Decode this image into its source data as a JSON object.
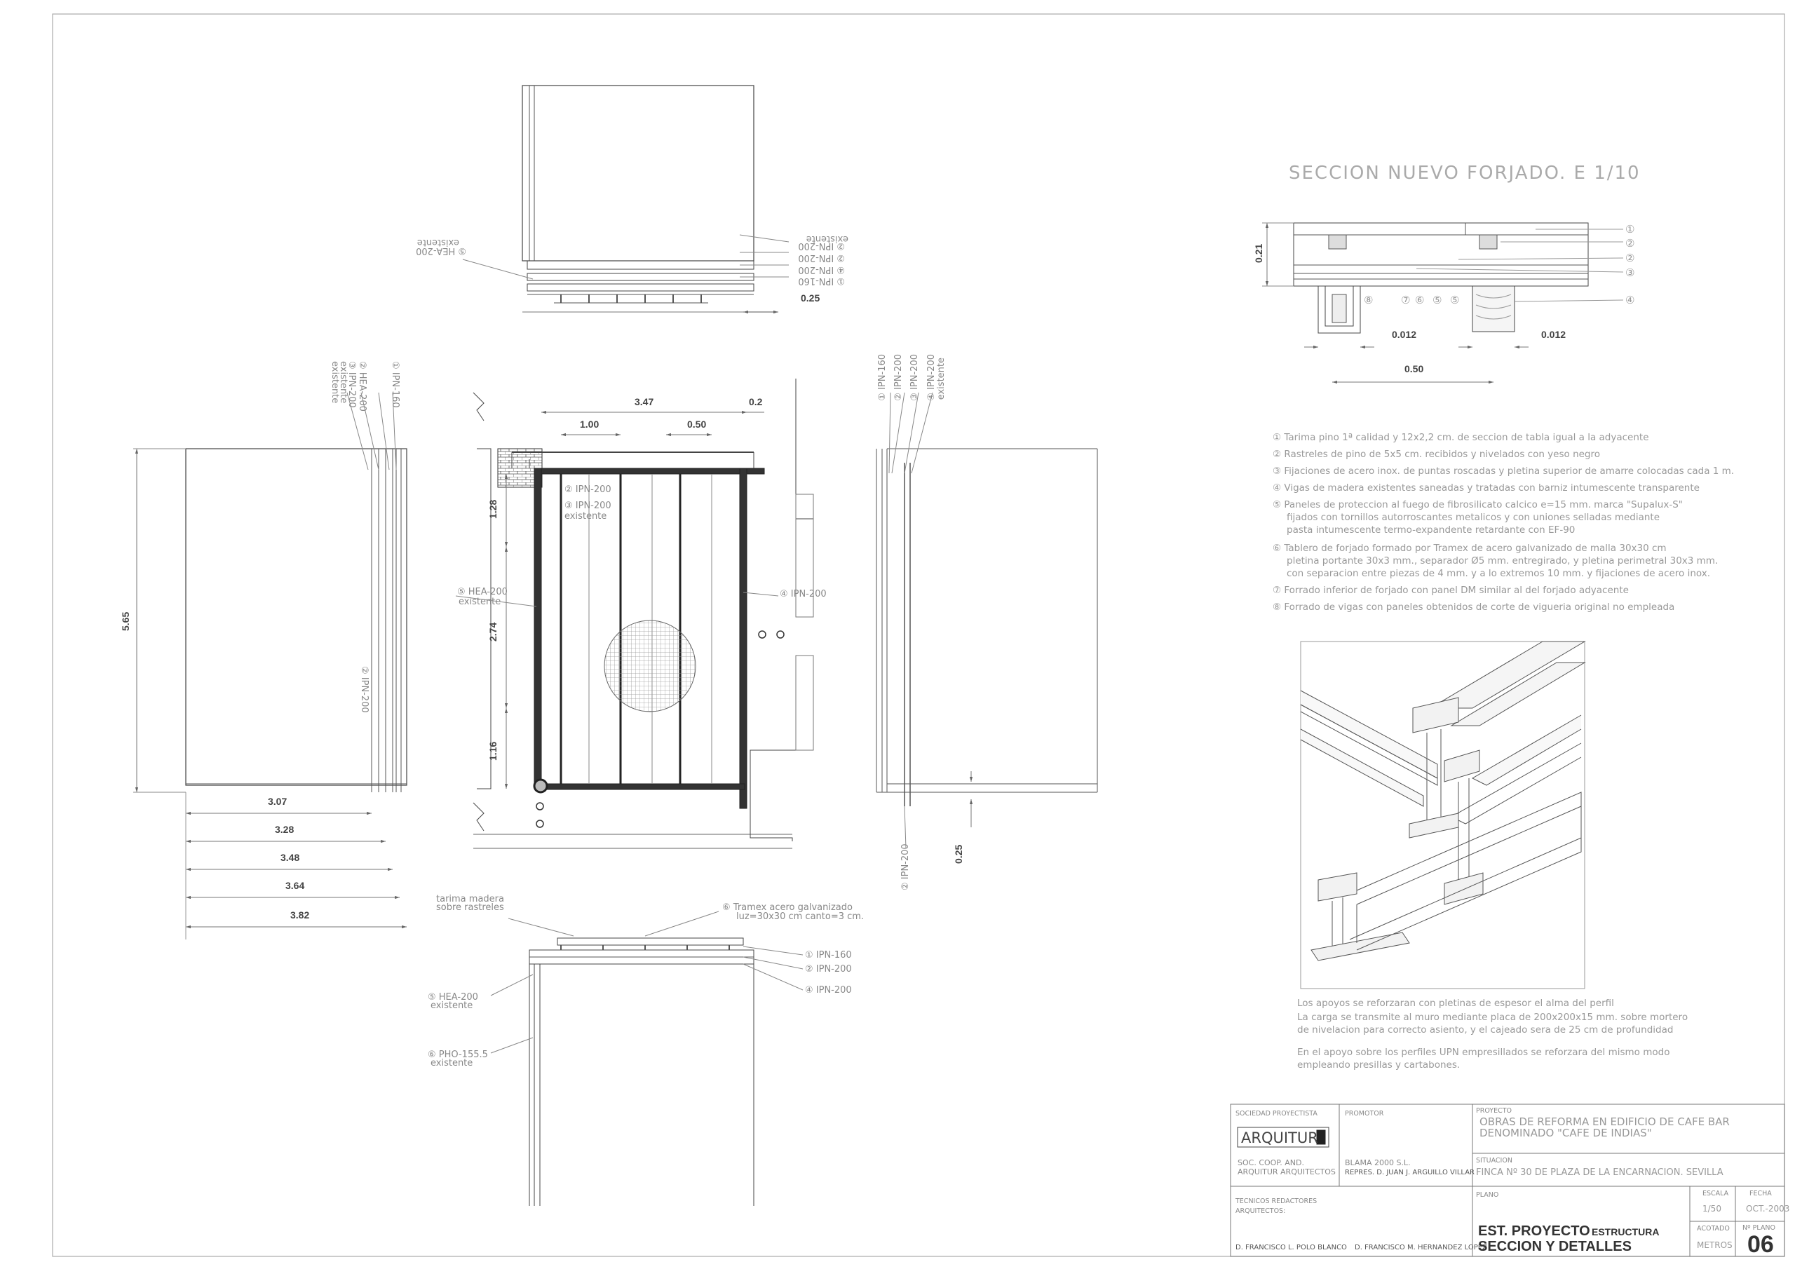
{
  "section": {
    "title": "SECCION NUEVO FORJADO. E 1/10",
    "callouts": [
      "①",
      "②",
      "②",
      "③",
      "④",
      "⑧",
      "⑦",
      "⑥",
      "⑤",
      "⑤"
    ],
    "dims": {
      "height": "0.21",
      "left": "0.012",
      "right": "0.012",
      "width": "0.50"
    }
  },
  "legend": [
    "① Tarima pino 1ª calidad y 12x2,2 cm. de seccion de tabla igual a la adyacente",
    "② Rastreles de pino de 5x5 cm. recibidos y nivelados con yeso negro",
    "③ Fijaciones de acero inox. de puntas roscadas y pletina superior de amarre colocadas cada 1 m.",
    "④ Vigas de madera existentes saneadas y tratadas con barniz intumescente transparente",
    "⑤ Paneles de proteccion al fuego de fibrosilicato calcico e=15 mm. marca \"Supalux-S\"",
    "fijados con tornillos autorroscantes metalicos y con uniones selladas mediante",
    "pasta intumescente termo-expandente retardante con EF-90",
    "⑥ Tablero de forjado formado por Tramex de acero galvanizado de malla 30x30 cm",
    "pletina portante 30x3 mm., separador Ø5 mm. entregirado, y pletina perimetral 30x3 mm.",
    "con separacion entre piezas de 4 mm. y a lo extremos 10 mm. y fijaciones de acero inox.",
    "⑦ Forrado inferior de forjado con panel DM similar al del forjado adyacente",
    "⑧ Forrado de vigas con paneles obtenidos de corte de vigueria original no empleada"
  ],
  "notes": [
    "Los apoyos se reforzaran con pletinas de espesor el alma del perfil",
    "La carga se transmite al muro mediante placa de 200x200x15 mm. sobre mortero",
    "de nivelacion para correcto asiento, y el cajeado sera de 25 cm de profundidad",
    "",
    "En el apoyo sobre los perfiles UPN empresillados se reforzara del mismo modo",
    "empleando presillas y cartabones."
  ],
  "plan": {
    "dims_top": {
      "total": "3.47",
      "a": "1.00",
      "b": "0.50",
      "c": "0.2"
    },
    "dims_side": [
      "1.28",
      "2.74",
      "1.16"
    ],
    "labels": {
      "ipn200a": "② IPN-200",
      "ipn200b": "③ IPN-200",
      "existente": "existente",
      "hea200": "⑤ HEA-200",
      "ipn200c": "④ IPN-200"
    }
  },
  "top_section": {
    "labels": [
      "⑤ HEA-200",
      "existente",
      "② IPN-200",
      "② IPN-200",
      "④ IPN-200",
      "① IPN-160",
      "existente"
    ],
    "dim": "0.25"
  },
  "left_section": {
    "labels": [
      "① IPN-160",
      "② HEA-200",
      "③ IPN-200",
      "existente",
      "existente"
    ],
    "mid_label": "② IPN-200",
    "height": "5.65",
    "dims": [
      "3.07",
      "3.28",
      "3.48",
      "3.64",
      "3.82"
    ]
  },
  "right_section": {
    "labels": [
      "① IPN-160",
      "② IPN-200",
      "③ IPN-200",
      "④ IPN-200",
      "existente"
    ],
    "bottom_label": "② IPN-200",
    "dim": "0.25"
  },
  "bottom_section": {
    "tarima": [
      "tarima madera",
      "sobre rastreles"
    ],
    "tramex": [
      "⑥ Tramex acero galvanizado",
      "luz=30x30 cm canto=3 cm."
    ],
    "right_labels": [
      "① IPN-160",
      "② IPN-200",
      "④ IPN-200"
    ],
    "left_labels": [
      "⑤ HEA-200",
      "existente",
      "⑥ PHO-155.5",
      "existente"
    ]
  },
  "title_block": {
    "sociedad_label": "SOCIEDAD PROYECTISTA",
    "logo": "ARQUITUR",
    "sociedad_name": [
      "SOC. COOP. AND.",
      "ARQUITUR ARQUITECTOS"
    ],
    "promotor_label": "PROMOTOR",
    "promotor_name": [
      "BLAMA 2000 S.L.",
      "REPRES. D. JUAN J. ARGUILLO VILLAR"
    ],
    "proyecto_label": "PROYECTO",
    "proyecto": [
      "OBRAS DE REFORMA EN EDIFICIO DE CAFE BAR",
      "DENOMINADO \"CAFE DE INDIAS\""
    ],
    "situacion_label": "SITUACION",
    "situacion": "FINCA Nº 30 DE PLAZA DE LA ENCARNACION. SEVILLA",
    "tecnicos_label": [
      "TECNICOS REDACTORES",
      "ARQUITECTOS:"
    ],
    "tecnicos": [
      "D. FRANCISCO L. POLO BLANCO",
      "D. FRANCISCO M. HERNANDEZ LOPEZ"
    ],
    "plano_label": "PLANO",
    "plano_1": "EST. PROYECTO",
    "plano_1b": "ESTRUCTURA",
    "plano_2": "SECCION Y DETALLES",
    "escala_label": "ESCALA",
    "escala": "1/50",
    "fecha_label": "FECHA",
    "fecha": "OCT.-2003",
    "acotado_label": "ACOTADO",
    "acotado": "METROS",
    "nplano_label": "Nº PLANO",
    "nplano": "06"
  }
}
